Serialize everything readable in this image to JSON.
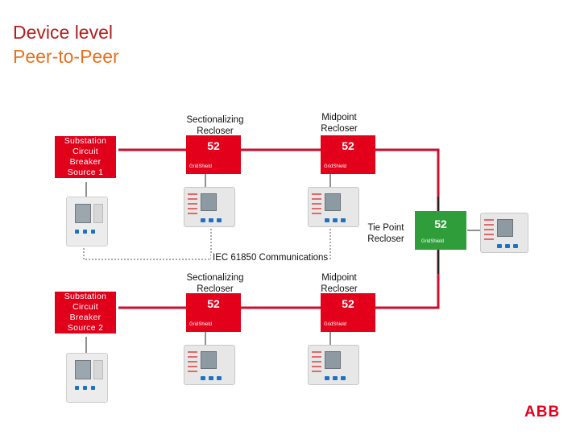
{
  "header": {
    "title_line1": "Device level",
    "title_line2": "Peer-to-Peer"
  },
  "upper": {
    "substation": [
      "Substation",
      "Circuit",
      "Breaker",
      "Source 1"
    ],
    "sectionalizing": [
      "Sectionalizing",
      "Recloser"
    ],
    "midpoint": [
      "Midpoint",
      "Recloser"
    ]
  },
  "lower": {
    "substation": [
      "Substation",
      "Circuit",
      "Breaker",
      "Source 2"
    ],
    "sectionalizing": [
      "Sectionalizing",
      "Recloser"
    ],
    "midpoint": [
      "Midpoint",
      "Recloser"
    ]
  },
  "tie_point": [
    "Tie Point",
    "Recloser"
  ],
  "device_number": "52",
  "device_brand": "GridShield",
  "communications_label": "IEC 61850 Communications",
  "logo": "ABB",
  "colors": {
    "title_red": "#b21e1e",
    "title_orange": "#e8711d",
    "line_red": "#c8102e",
    "tie_green": "#2e9d3a",
    "abb_red": "#e3001b"
  }
}
